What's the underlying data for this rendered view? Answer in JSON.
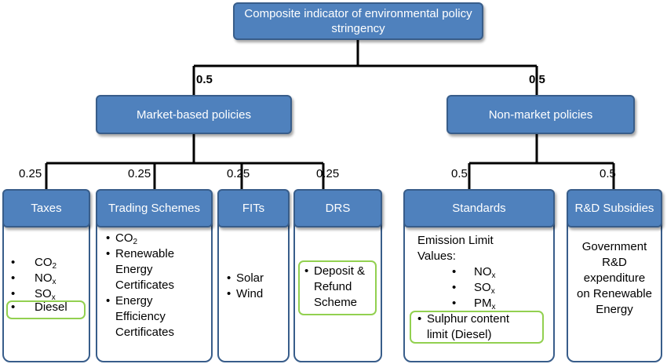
{
  "root": {
    "label": "Composite indicator of environmental policy stringency"
  },
  "level1": [
    {
      "label": "Market-based policies",
      "weight": "0.5"
    },
    {
      "label": "Non-market policies",
      "weight": "0.5"
    }
  ],
  "market": [
    {
      "label": "Taxes",
      "weight": "0.25"
    },
    {
      "label": "Trading Schemes",
      "weight": "0.25"
    },
    {
      "label": "FITs",
      "weight": "0.25"
    },
    {
      "label": "DRS",
      "weight": "0.25"
    }
  ],
  "nonmarket": [
    {
      "label": "Standards",
      "weight": "0.5"
    },
    {
      "label": "R&D Subsidies",
      "weight": "0.5"
    }
  ],
  "taxes_items": {
    "bullet": "•",
    "co2": "CO",
    "nox": "NO",
    "sox": "SO",
    "sub2": "2",
    "subx": "x",
    "diesel": "Diesel"
  },
  "trading_items": {
    "bullet": "•",
    "co2": "CO",
    "sub2": "2",
    "rec": "Renewable Energy Certificates",
    "eec": "Energy Efficiency Certificates"
  },
  "fits_items": {
    "bullet": "•",
    "solar": "Solar",
    "wind": "Wind"
  },
  "drs_items": {
    "bullet": "•",
    "deposit": "Deposit & Refund Scheme"
  },
  "standards_items": {
    "heading": "Emission Limit Values:",
    "bullet": "•",
    "nox": "NO",
    "sox": "SO",
    "pm": "PM",
    "subx": "x",
    "sulphur": "Sulphur content limit (Diesel)"
  },
  "rd_items": {
    "text": "Government R&D expenditure on Renewable Energy"
  },
  "colors": {
    "box_fill": "#4f81bd",
    "box_border": "#385d8a",
    "highlight": "#92d050",
    "line": "#000000"
  }
}
